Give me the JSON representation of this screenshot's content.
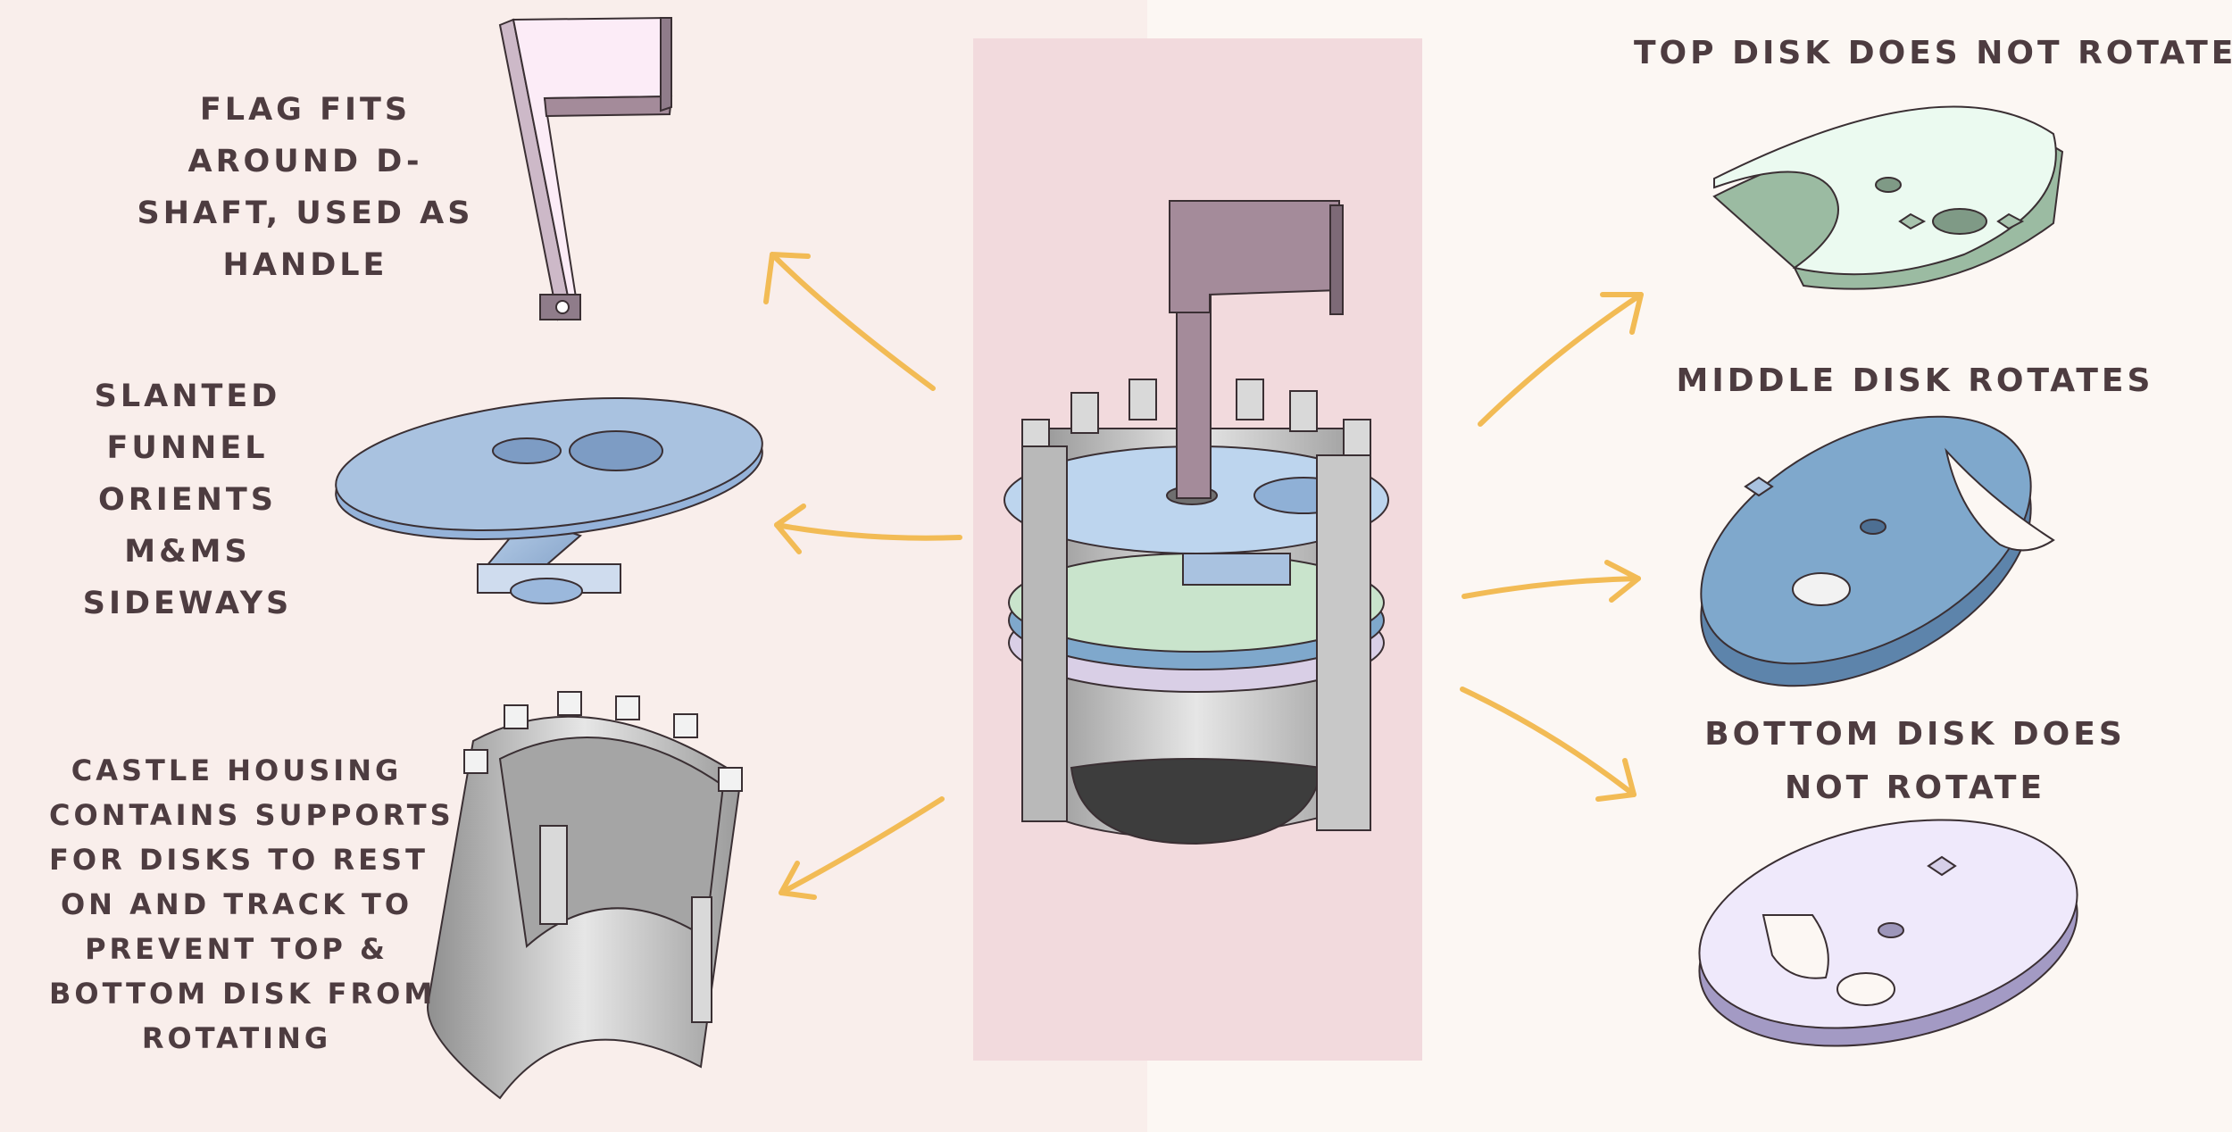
{
  "labels": {
    "flag": [
      "FLAG FITS",
      "AROUND D-",
      "SHAFT, USED AS",
      "HANDLE"
    ],
    "funnel": [
      "SLANTED",
      "FUNNEL",
      "ORIENTS",
      "M&MS",
      "SIDEWAYS"
    ],
    "castle": [
      "CASTLE HOUSING",
      "CONTAINS SUPPORTS",
      "FOR DISKS TO REST",
      "ON AND TRACK TO",
      "PREVENT TOP &",
      "BOTTOM DISK FROM",
      "ROTATING"
    ],
    "top_disk": [
      "TOP DISK DOES NOT ROTATE"
    ],
    "middle_disk": [
      "MIDDLE DISK ROTATES"
    ],
    "bottom_disk": [
      "BOTTOM DISK DOES",
      "NOT ROTATE"
    ]
  },
  "colors": {
    "text": "#4d3c40",
    "arrow": "#f2bb55",
    "flag": "#fcecf7",
    "funnel": "#a9c2e0",
    "castle": "#bdbdbd",
    "top_disk": "#ebfaf0",
    "middle_disk": "#7fa8cc",
    "bottom_disk": "#efe9fb",
    "center_panel": "#f2dadd"
  }
}
